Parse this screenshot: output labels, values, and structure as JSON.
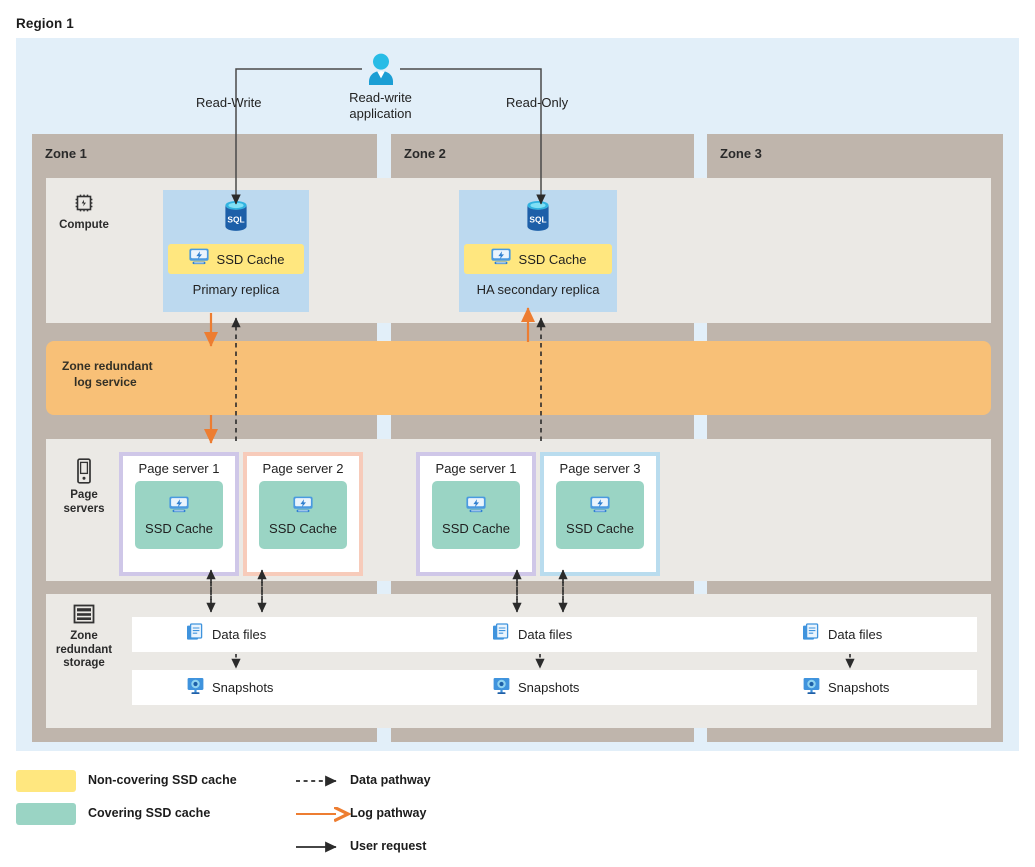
{
  "region": {
    "title": "Region 1"
  },
  "topology": {
    "app": {
      "icon": "person-icon",
      "label_line1": "Read-write",
      "label_line2": "application"
    },
    "readwrite_label": "Read-Write",
    "readonly_label": "Read-Only"
  },
  "zones": [
    {
      "label": "Zone 1"
    },
    {
      "label": "Zone 2"
    },
    {
      "label": "Zone 3"
    }
  ],
  "rows": {
    "compute": {
      "icon": "chip-icon",
      "caption": "Compute"
    },
    "page_servers": {
      "icon": "server-icon",
      "caption_line1": "Page",
      "caption_line2": "servers"
    },
    "storage": {
      "icon": "storage-icon",
      "caption_line1": "Zone",
      "caption_line2": "redundant",
      "caption_line3": "storage"
    }
  },
  "log_service": {
    "line1": "Zone redundant",
    "line2": "log service",
    "color": "#f8c077"
  },
  "replicas": [
    {
      "id": "primary",
      "zone": "Zone 1",
      "db_icon": "sql-database-icon",
      "cache_icon": "ssd-icon",
      "cache_label": "SSD Cache",
      "cache_type": "non-covering",
      "cache_color": "#ffe77f",
      "caption": "Primary replica"
    },
    {
      "id": "ha-secondary",
      "zone": "Zone 2",
      "db_icon": "sql-database-icon",
      "cache_icon": "ssd-icon",
      "cache_label": "SSD Cache",
      "cache_type": "non-covering",
      "cache_color": "#ffe77f",
      "caption": "HA secondary replica"
    }
  ],
  "page_servers": [
    {
      "id": "z1-a",
      "title": "Page server 1",
      "cache_label": "SSD Cache",
      "cache_icon": "ssd-icon",
      "border_color": "#cfc7e8",
      "cache_color": "#9ad4c4"
    },
    {
      "id": "z1-b",
      "title": "Page server 2",
      "cache_label": "SSD Cache",
      "cache_icon": "ssd-icon",
      "border_color": "#f7cbba",
      "cache_color": "#9ad4c4"
    },
    {
      "id": "z2-a",
      "title": "Page server 1",
      "cache_label": "SSD Cache",
      "cache_icon": "ssd-icon",
      "border_color": "#cfc7e8",
      "cache_color": "#9ad4c4"
    },
    {
      "id": "z2-b",
      "title": "Page server 3",
      "cache_label": "SSD Cache",
      "cache_icon": "ssd-icon",
      "border_color": "#b9dcee",
      "cache_color": "#9ad4c4"
    }
  ],
  "storage": {
    "data_files": {
      "icon": "data-files-icon",
      "label": "Data files",
      "instances": 3
    },
    "snapshots": {
      "icon": "snapshot-icon",
      "label": "Snapshots",
      "instances": 3
    }
  },
  "legend": {
    "swatches": [
      {
        "id": "non-covering",
        "label": "Non-covering SSD cache",
        "color": "#ffe77f"
      },
      {
        "id": "covering",
        "label": "Covering SSD cache",
        "color": "#9ad4c4"
      }
    ],
    "arrows": [
      {
        "id": "data-pathway",
        "label": "Data pathway",
        "style": "dashed",
        "color": "#222222"
      },
      {
        "id": "log-pathway",
        "label": "Log pathway",
        "style": "solid",
        "color": "#ed7d31"
      },
      {
        "id": "user-request",
        "label": "User request",
        "style": "solid",
        "color": "#222222"
      }
    ]
  },
  "colors": {
    "region_bg": "#e2eff9",
    "zone_bg": "#bfb5ac",
    "panel_bg": "#ebe9e5",
    "replica_bg": "#bcd9ef",
    "log_orange": "#f8c077",
    "accent_orange": "#ed7d31"
  }
}
